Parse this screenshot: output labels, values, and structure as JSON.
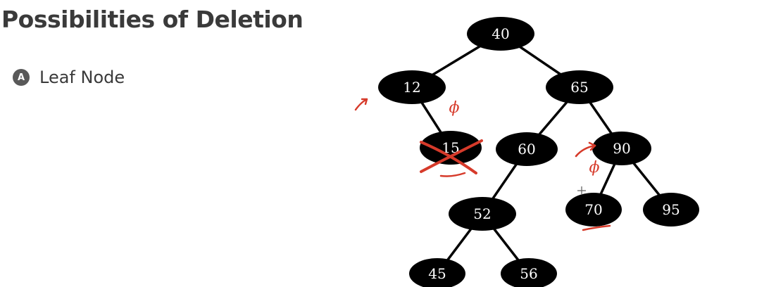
{
  "title": "Possibilities of Deletion",
  "bullet": {
    "badge": "A",
    "text": "Leaf Node"
  },
  "tree": {
    "nodes": [
      {
        "id": "n40",
        "label": "40"
      },
      {
        "id": "n12",
        "label": "12"
      },
      {
        "id": "n65",
        "label": "65"
      },
      {
        "id": "n15",
        "label": "15"
      },
      {
        "id": "n60",
        "label": "60"
      },
      {
        "id": "n90",
        "label": "90"
      },
      {
        "id": "n52",
        "label": "52"
      },
      {
        "id": "n70",
        "label": "70"
      },
      {
        "id": "n95",
        "label": "95"
      },
      {
        "id": "n45",
        "label": "45"
      },
      {
        "id": "n56",
        "label": "56"
      }
    ],
    "edges": [
      [
        "n40",
        "n12"
      ],
      [
        "n40",
        "n65"
      ],
      [
        "n12",
        "n15"
      ],
      [
        "n65",
        "n60"
      ],
      [
        "n65",
        "n90"
      ],
      [
        "n60",
        "n52"
      ],
      [
        "n90",
        "n70"
      ],
      [
        "n90",
        "n95"
      ],
      [
        "n52",
        "n45"
      ],
      [
        "n52",
        "n56"
      ]
    ]
  },
  "annotations": {
    "phi_symbol": "ϕ",
    "ink_color": "#d63a2a",
    "deleted_node": "15"
  }
}
